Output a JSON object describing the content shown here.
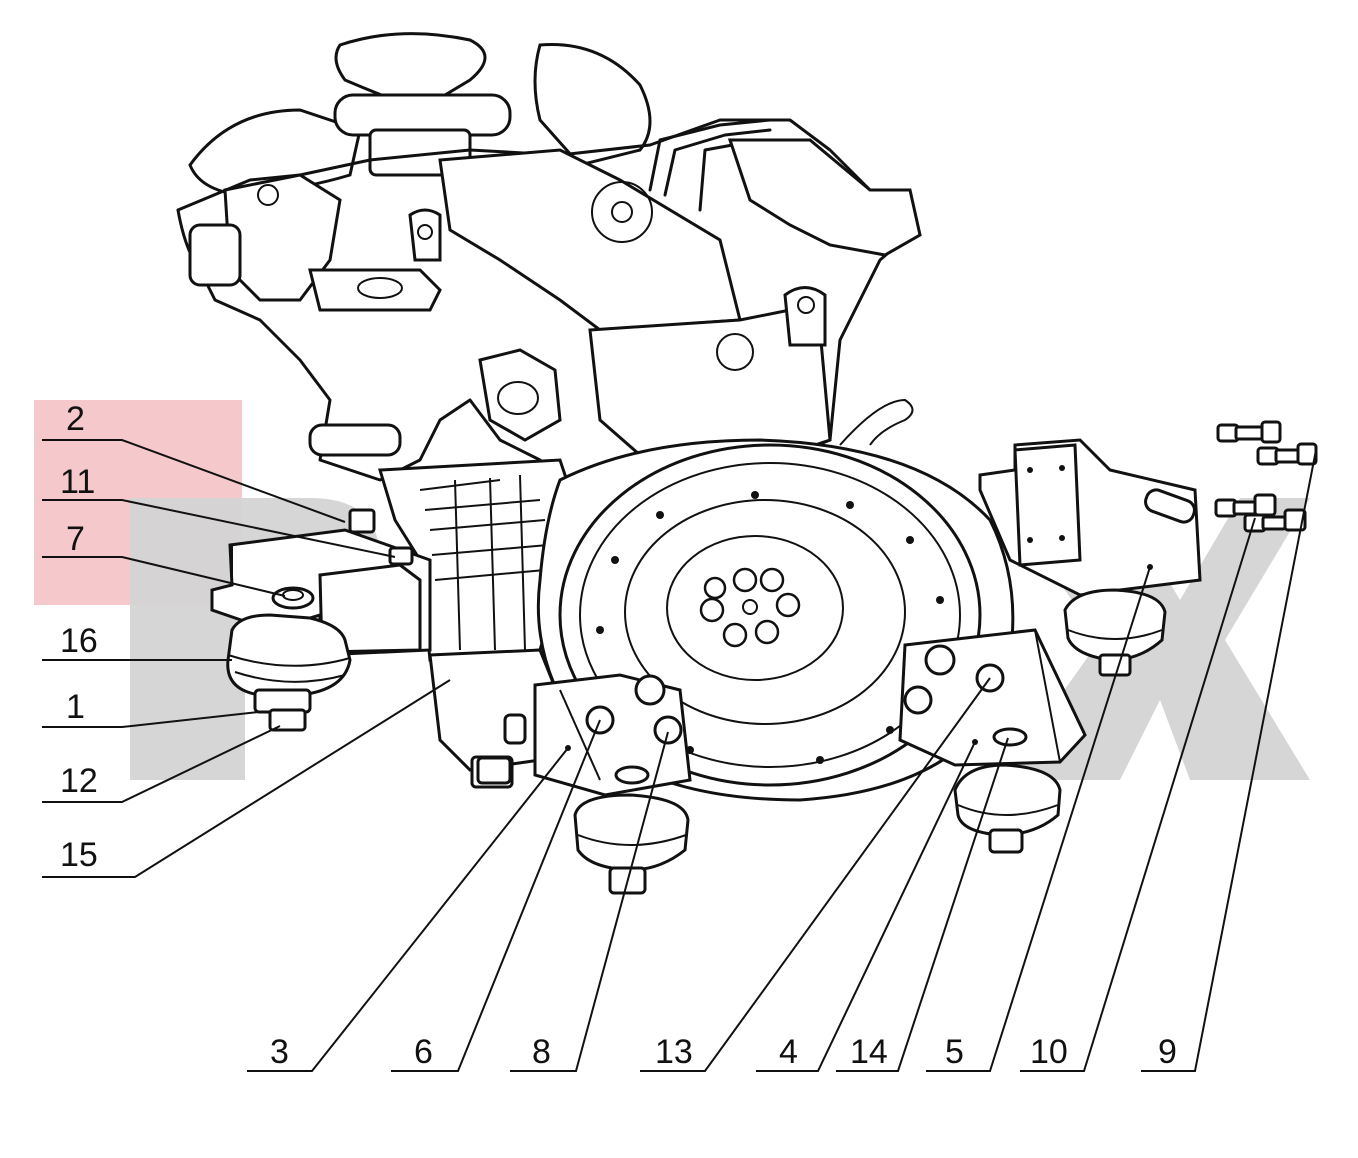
{
  "diagram": {
    "callouts_left": [
      "2",
      "11",
      "7",
      "16",
      "1",
      "12",
      "15"
    ],
    "callouts_bottom": [
      "3",
      "6",
      "8",
      "13",
      "4",
      "14",
      "5",
      "10",
      "9"
    ],
    "watermark": "PLX"
  },
  "colors": {
    "line": "#111111",
    "watermark": "#d4d4d4",
    "highlight": "#f5c9cc",
    "background": "#ffffff"
  }
}
